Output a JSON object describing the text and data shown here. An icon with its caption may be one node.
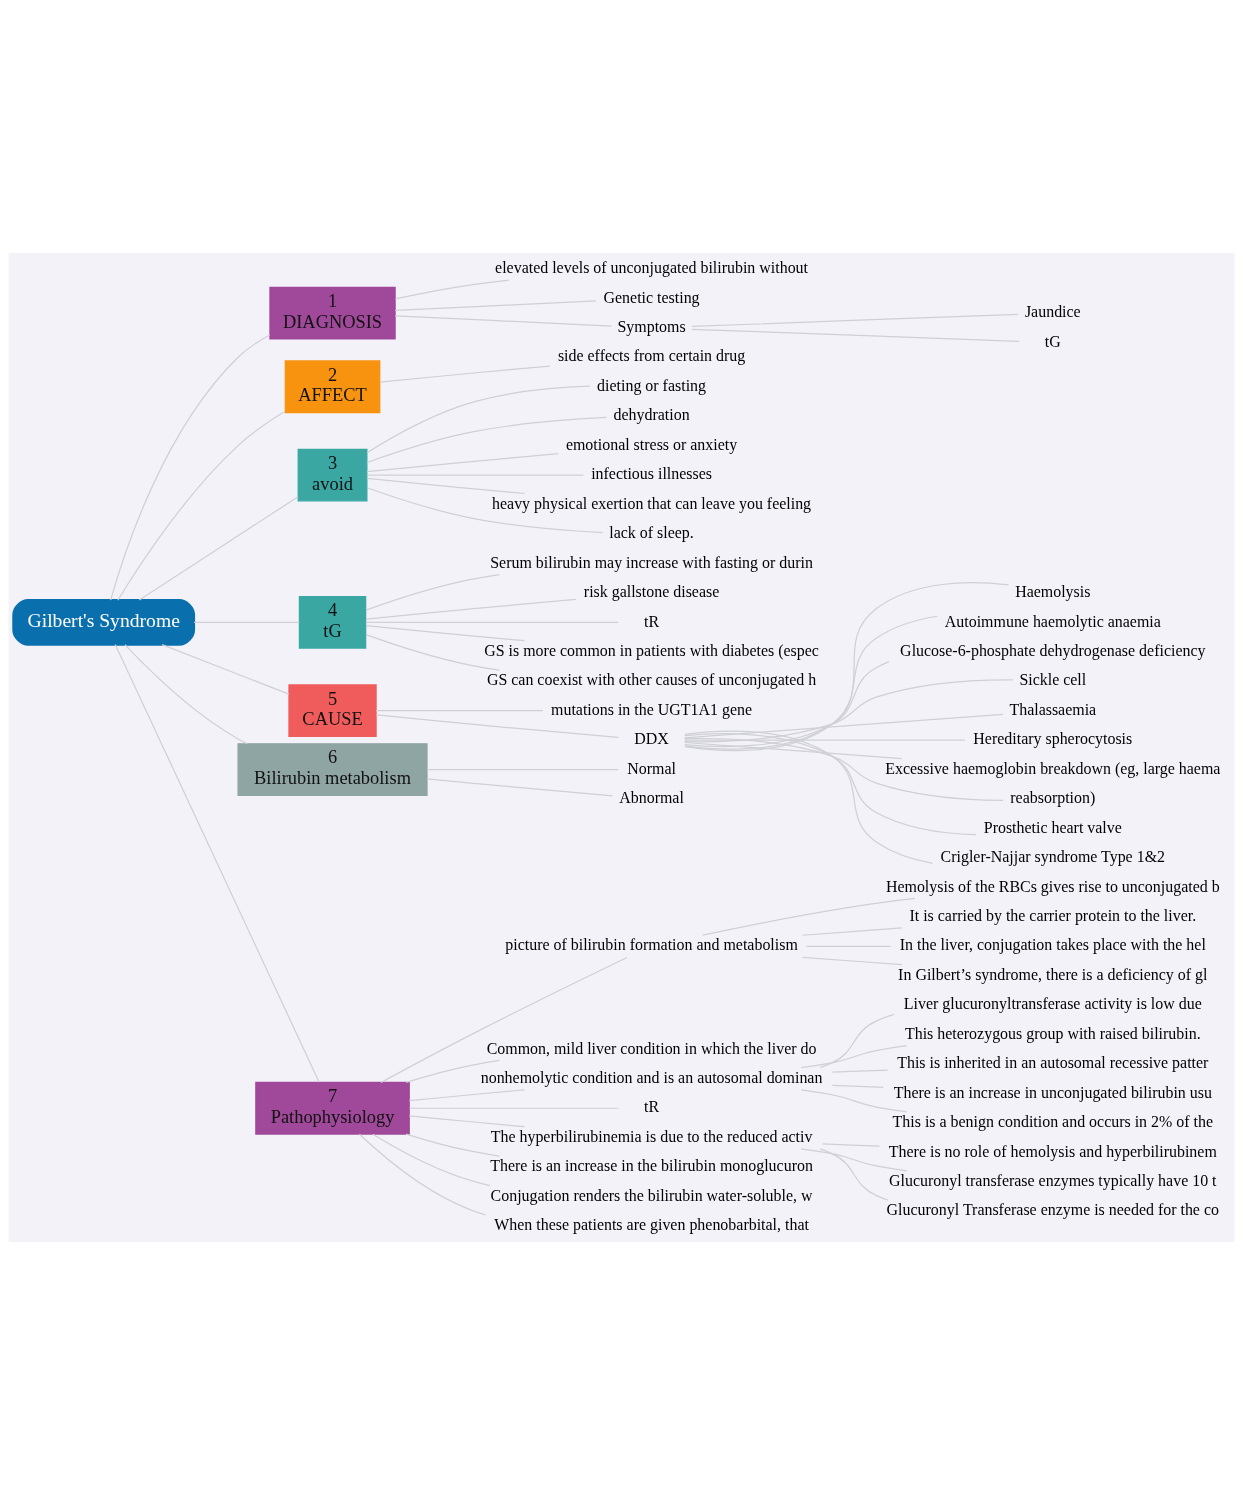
{
  "diagram": {
    "nodes": [
      {
        "text": [
          "Gilbert's Syndrome"
        ]
      },
      {
        "text": [
          "1",
          "DIAGNOSIS"
        ]
      },
      {
        "text": [
          "elevated levels of unconjugated bilirubin without"
        ]
      },
      {
        "text": [
          "Genetic testing"
        ]
      },
      {
        "text": [
          "Symptoms"
        ]
      },
      {
        "text": [
          "Jaundice"
        ]
      },
      {
        "text": [
          "tG"
        ]
      },
      {
        "text": [
          "2",
          "AFFECT"
        ]
      },
      {
        "text": [
          "side effects from certain drug"
        ]
      },
      {
        "text": [
          "3",
          "avoid"
        ]
      },
      {
        "text": [
          "dieting or fasting"
        ]
      },
      {
        "text": [
          "dehydration"
        ]
      },
      {
        "text": [
          "emotional stress or anxiety"
        ]
      },
      {
        "text": [
          "infectious illnesses"
        ]
      },
      {
        "text": [
          "heavy physical exertion that can leave you feeling"
        ]
      },
      {
        "text": [
          "lack of sleep."
        ]
      },
      {
        "text": [
          "4",
          "tG"
        ]
      },
      {
        "text": [
          "Serum bilirubin may increase with fasting or durin"
        ]
      },
      {
        "text": [
          "risk gallstone disease"
        ]
      },
      {
        "text": [
          "tR"
        ]
      },
      {
        "text": [
          "GS is more common in patients with diabetes (espec"
        ]
      },
      {
        "text": [
          "GS can coexist with other causes of unconjugated h"
        ]
      },
      {
        "text": [
          "5",
          "CAUSE"
        ]
      },
      {
        "text": [
          "mutations in the UGT1A1 gene"
        ]
      },
      {
        "text": [
          "DDX"
        ]
      },
      {
        "text": [
          "Haemolysis"
        ]
      },
      {
        "text": [
          "Autoimmune haemolytic anaemia"
        ]
      },
      {
        "text": [
          "Glucose-6-phosphate dehydrogenase deficiency"
        ]
      },
      {
        "text": [
          "Sickle cell"
        ]
      },
      {
        "text": [
          "Thalassaemia"
        ]
      },
      {
        "text": [
          "Hereditary spherocytosis"
        ]
      },
      {
        "text": [
          "Excessive haemoglobin breakdown (eg, large haema"
        ]
      },
      {
        "text": [
          "reabsorption)"
        ]
      },
      {
        "text": [
          "Prosthetic heart valve"
        ]
      },
      {
        "text": [
          "Crigler-Najjar syndrome Type 1&2"
        ]
      },
      {
        "text": [
          "6",
          "Bilirubin metabolism"
        ]
      },
      {
        "text": [
          "Normal"
        ]
      },
      {
        "text": [
          "Abnormal"
        ]
      },
      {
        "text": [
          "7",
          "Pathophysiology"
        ]
      },
      {
        "text": [
          "picture of bilirubin formation and metabolism"
        ]
      },
      {
        "text": [
          "Hemolysis of the RBCs gives rise to unconjugated b"
        ]
      },
      {
        "text": [
          "It is carried by the carrier protein to the liver."
        ]
      },
      {
        "text": [
          "In the liver, conjugation takes place with the hel"
        ]
      },
      {
        "text": [
          "In Gilbert’s syndrome, there is a deficiency of gl"
        ]
      },
      {
        "text": [
          "Common, mild liver condition in which the liver do"
        ]
      },
      {
        "text": [
          "nonhemolytic condition and is an autosomal dominan"
        ]
      },
      {
        "text": [
          "Liver glucuronyltransferase activity is low due"
        ]
      },
      {
        "text": [
          "This heterozygous group with raised bilirubin."
        ]
      },
      {
        "text": [
          "This is inherited in an autosomal recessive patter"
        ]
      },
      {
        "text": [
          "There is an increase in unconjugated bilirubin usu"
        ]
      },
      {
        "text": [
          "This is a benign condition and occurs in 2% of the"
        ]
      },
      {
        "text": [
          "tR"
        ]
      },
      {
        "text": [
          "The hyperbilirubinemia is due to the reduced activ"
        ]
      },
      {
        "text": [
          "There is no role of hemolysis and hyperbilirubinem"
        ]
      },
      {
        "text": [
          "Glucuronyl transferase enzymes typically have 10 t"
        ]
      },
      {
        "text": [
          "Glucuronyl Transferase enzyme is needed for the co"
        ]
      },
      {
        "text": [
          "There is an increase in the bilirubin monoglucuron"
        ]
      },
      {
        "text": [
          "Conjugation renders the bilirubin water-soluble, w"
        ]
      },
      {
        "text": [
          "When these patients are given phenobarbital, that"
        ]
      }
    ],
    "edges": [
      {
        "from": 0,
        "to": 1,
        "arrow": "none"
      },
      {
        "from": 1,
        "to": 2,
        "arrow": "none"
      },
      {
        "from": 1,
        "to": 3,
        "arrow": "none"
      },
      {
        "from": 1,
        "to": 4,
        "arrow": "none"
      },
      {
        "from": 4,
        "to": 5,
        "arrow": "none"
      },
      {
        "from": 4,
        "to": 6,
        "arrow": "none"
      },
      {
        "from": 0,
        "to": 7,
        "arrow": "none"
      },
      {
        "from": 7,
        "to": 8,
        "arrow": "none"
      },
      {
        "from": 0,
        "to": 9,
        "arrow": "none"
      },
      {
        "from": 9,
        "to": 10,
        "arrow": "none"
      },
      {
        "from": 9,
        "to": 11,
        "arrow": "none"
      },
      {
        "from": 9,
        "to": 12,
        "arrow": "none"
      },
      {
        "from": 9,
        "to": 13,
        "arrow": "none"
      },
      {
        "from": 9,
        "to": 14,
        "arrow": "none"
      },
      {
        "from": 9,
        "to": 15,
        "arrow": "none"
      },
      {
        "from": 0,
        "to": 16,
        "arrow": "none"
      },
      {
        "from": 16,
        "to": 17,
        "arrow": "none"
      },
      {
        "from": 16,
        "to": 18,
        "arrow": "none"
      },
      {
        "from": 16,
        "to": 19,
        "arrow": "none"
      },
      {
        "from": 16,
        "to": 20,
        "arrow": "none"
      },
      {
        "from": 16,
        "to": 21,
        "arrow": "none"
      },
      {
        "from": 0,
        "to": 22,
        "arrow": "none"
      },
      {
        "from": 22,
        "to": 23,
        "arrow": "none"
      },
      {
        "from": 22,
        "to": 24,
        "arrow": "none"
      },
      {
        "from": 24,
        "to": 25,
        "arrow": "none"
      },
      {
        "from": 24,
        "to": 26,
        "arrow": "none"
      },
      {
        "from": 24,
        "to": 27,
        "arrow": "none"
      },
      {
        "from": 24,
        "to": 28,
        "arrow": "none"
      },
      {
        "from": 24,
        "to": 29,
        "arrow": "none"
      },
      {
        "from": 24,
        "to": 30,
        "arrow": "none"
      },
      {
        "from": 24,
        "to": 31,
        "arrow": "none"
      },
      {
        "from": 24,
        "to": 32,
        "arrow": "none"
      },
      {
        "from": 24,
        "to": 33,
        "arrow": "none"
      },
      {
        "from": 24,
        "to": 34,
        "arrow": "none"
      },
      {
        "from": 0,
        "to": 35,
        "arrow": "none"
      },
      {
        "from": 35,
        "to": 36,
        "arrow": "none"
      },
      {
        "from": 35,
        "to": 37,
        "arrow": "none"
      },
      {
        "from": 0,
        "to": 38,
        "arrow": "none"
      },
      {
        "from": 38,
        "to": 39,
        "arrow": "none"
      },
      {
        "from": 39,
        "to": 40,
        "arrow": "none"
      },
      {
        "from": 39,
        "to": 41,
        "arrow": "none"
      },
      {
        "from": 39,
        "to": 42,
        "arrow": "none"
      },
      {
        "from": 39,
        "to": 43,
        "arrow": "none"
      },
      {
        "from": 38,
        "to": 44,
        "arrow": "none"
      },
      {
        "from": 38,
        "to": 45,
        "arrow": "none"
      },
      {
        "from": 45,
        "to": 46,
        "arrow": "none"
      },
      {
        "from": 45,
        "to": 47,
        "arrow": "none"
      },
      {
        "from": 45,
        "to": 48,
        "arrow": "none"
      },
      {
        "from": 45,
        "to": 49,
        "arrow": "none"
      },
      {
        "from": 45,
        "to": 50,
        "arrow": "none"
      },
      {
        "from": 38,
        "to": 51,
        "arrow": "none"
      },
      {
        "from": 38,
        "to": 52,
        "arrow": "none"
      },
      {
        "from": 52,
        "to": 53,
        "arrow": "none"
      },
      {
        "from": 52,
        "to": 54,
        "arrow": "none"
      },
      {
        "from": 52,
        "to": 55,
        "arrow": "none"
      },
      {
        "from": 38,
        "to": 56,
        "arrow": "none"
      },
      {
        "from": 38,
        "to": 57,
        "arrow": "none"
      },
      {
        "from": 38,
        "to": 58,
        "arrow": "none"
      }
    ]
  }
}
